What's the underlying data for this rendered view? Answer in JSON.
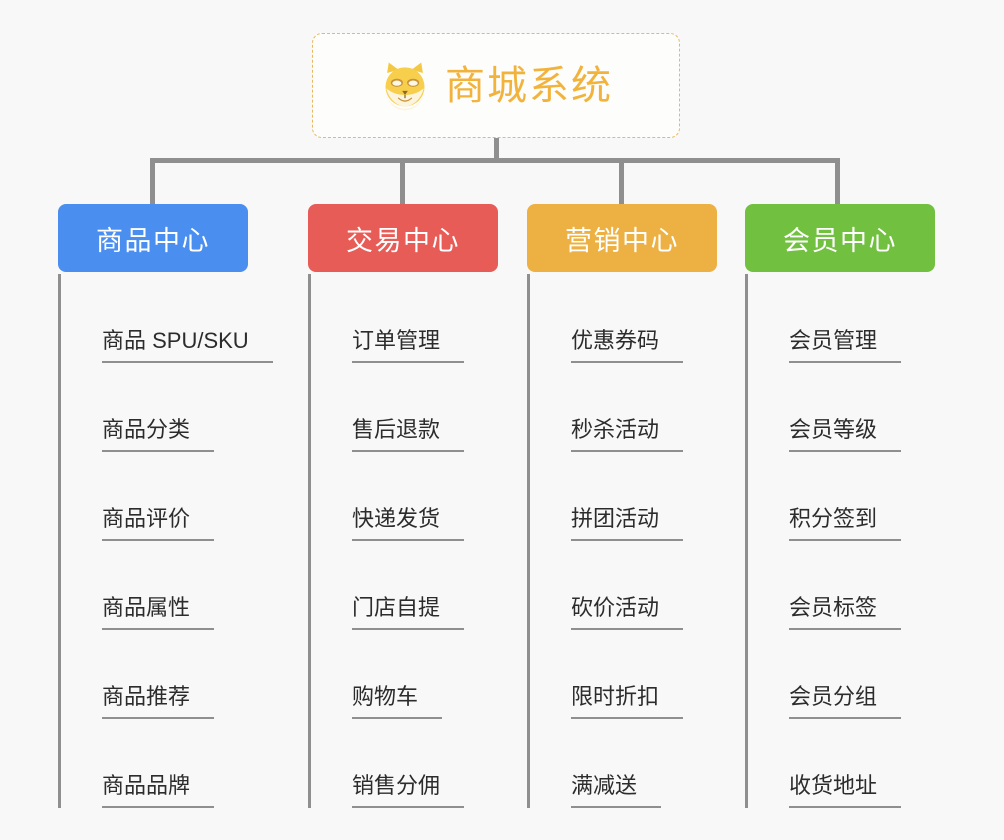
{
  "root": {
    "title": "商城系统",
    "icon": "shiba-dog-face-emoji",
    "border_color": "#e8b960",
    "text_color": "#f2b33d",
    "background": "#fdfdfb"
  },
  "canvas": {
    "background": "#f8f8f8",
    "connector_color": "#8f8f8f"
  },
  "columns": [
    {
      "header": "商品中心",
      "color": "#4a8ef0",
      "items": [
        "商品 SPU/SKU",
        "商品分类",
        "商品评价",
        "商品属性",
        "商品推荐",
        "商品品牌"
      ]
    },
    {
      "header": "交易中心",
      "color": "#e85c57",
      "items": [
        "订单管理",
        "售后退款",
        "快递发货",
        "门店自提",
        "购物车",
        "销售分佣"
      ]
    },
    {
      "header": "营销中心",
      "color": "#edb143",
      "items": [
        "优惠券码",
        "秒杀活动",
        "拼团活动",
        "砍价活动",
        "限时折扣",
        "满减送"
      ]
    },
    {
      "header": "会员中心",
      "color": "#72c040",
      "items": [
        "会员管理",
        "会员等级",
        "积分签到",
        "会员标签",
        "会员分组",
        "收货地址"
      ]
    }
  ]
}
